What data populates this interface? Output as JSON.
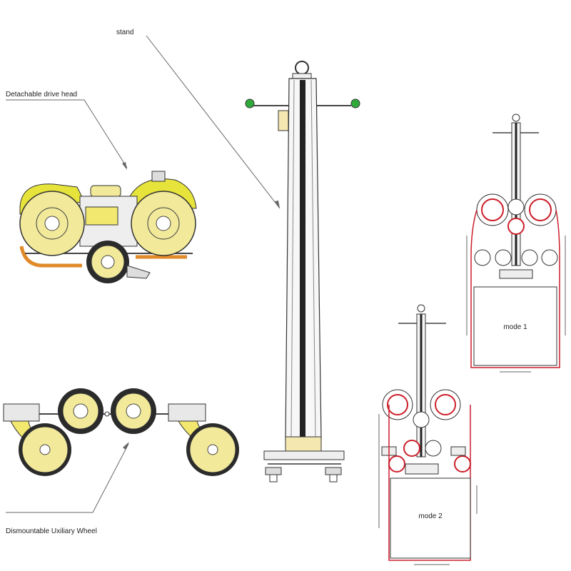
{
  "labels": {
    "stand": "stand",
    "drive_head": "Detachable drive head",
    "aux_wheel": "Dismountable Uxiliary Wheel",
    "mode1": "mode 1",
    "mode2": "mode 2"
  },
  "colors": {
    "wheel_yellow": "#f2ea9a",
    "wheel_rim": "#2b2b2b",
    "guard_yellow": "#e6e33a",
    "orange_pipe": "#e08a2a",
    "wire_red": "#cc1f2a",
    "line_gray": "#555555",
    "knob_green": "#2faa3a",
    "base_yellow": "#f4e8b0"
  }
}
